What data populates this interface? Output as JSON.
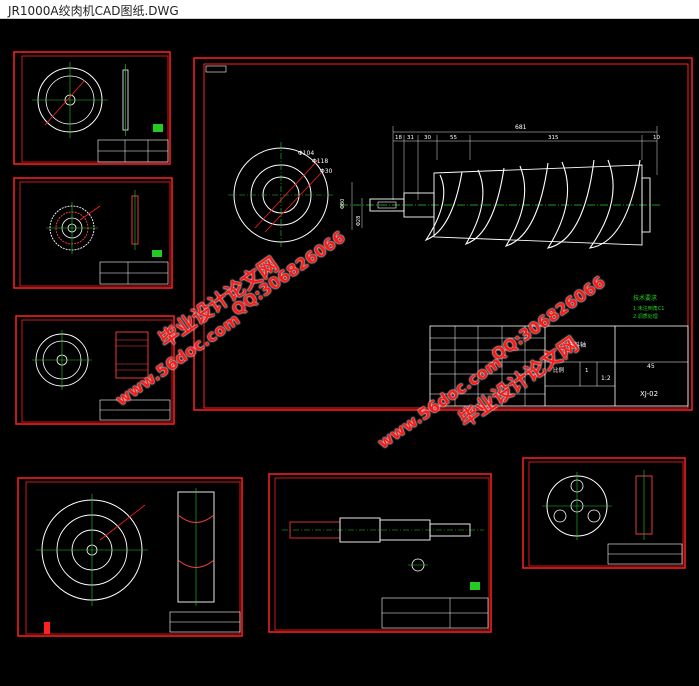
{
  "window": {
    "title": "JR1000A绞肉机CAD图纸.DWG"
  },
  "main_sheet": {
    "total_length": "681",
    "segment_dims": [
      "18",
      "31",
      "30",
      "55",
      "315",
      "10"
    ],
    "diameter_labels": [
      "Φ104",
      "Φ118",
      "Φ30"
    ],
    "left_dims": [
      "Φ80",
      "Φ28"
    ],
    "notes_title": "技术要求",
    "notes_lines": [
      "1.未注倒角C1",
      "2.调质处理"
    ],
    "title_block": {
      "part_name": "送料轴",
      "material": "45",
      "scale": "1:2",
      "drawing_no": "XJ-02",
      "company": "比例",
      "count": "1"
    }
  },
  "watermarks": {
    "site": "www.56doc.com",
    "brand": "毕业设计论文网",
    "qq": "QQ:306826066"
  },
  "colors": {
    "paper": "#000000",
    "frame": "#ff2020",
    "geometry": "#ffffff",
    "dims": "#e8e8e8",
    "center": "#22cc22",
    "hatch": "#ff4040"
  }
}
